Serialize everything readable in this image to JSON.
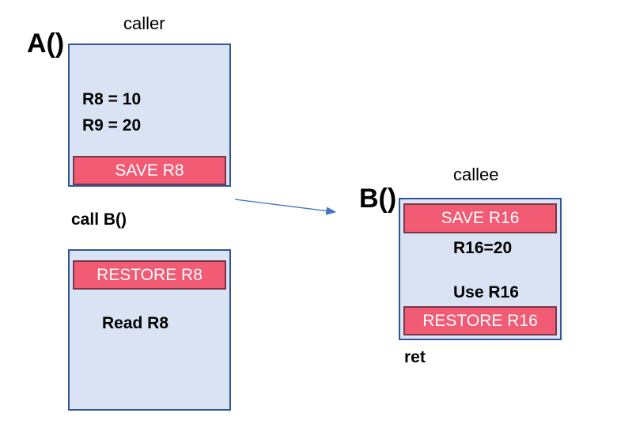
{
  "caller": {
    "heading": "caller",
    "function_name": "A()",
    "top_block": {
      "lines": [
        "R8 = 10",
        "R9 = 20"
      ],
      "save_bar": "SAVE R8"
    },
    "call_text": "call B()",
    "bottom_block": {
      "restore_bar": "RESTORE R8",
      "line": "Read R8"
    }
  },
  "callee": {
    "heading": "callee",
    "function_name": "B()",
    "block": {
      "save_bar": "SAVE R16",
      "lines": [
        "R16=20",
        "Use R16"
      ],
      "restore_bar": "RESTORE R16"
    },
    "return_text": "ret"
  },
  "colors": {
    "box_fill": "#dae3f3",
    "box_border": "#2f5597",
    "bar_fill": "#f15b74",
    "arrow": "#4472c4"
  }
}
